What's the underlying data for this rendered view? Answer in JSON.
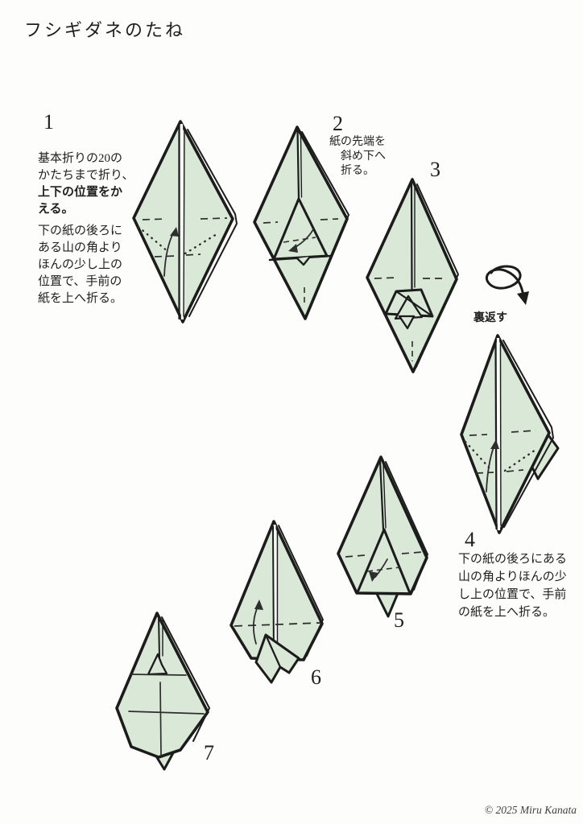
{
  "page": {
    "title": "フシギダネのたね",
    "copyright": "© 2025 Miru Kanata"
  },
  "flip": {
    "label": "裏返す"
  },
  "colors": {
    "paper": "#d9e8d7",
    "ink": "#1c1c1c"
  },
  "steps": [
    {
      "num": "1",
      "text_normal": "基本折りの20の\nかたちまで折り、\n",
      "text_bold": "上下の位置をか\nえる。",
      "text_para2": "下の紙の後ろに\nある山の角より\nほんの少し上の\n位置で、手前の\n紙を上へ折る。"
    },
    {
      "num": "2",
      "text": "紙の先端を\n　斜め下へ\n　折る。"
    },
    {
      "num": "3"
    },
    {
      "num": "4",
      "text": "下の紙の後ろにある\n山の角よりほんの少\nし上の位置で、手前\nの紙を上へ折る。"
    },
    {
      "num": "5"
    },
    {
      "num": "6"
    },
    {
      "num": "7"
    }
  ]
}
